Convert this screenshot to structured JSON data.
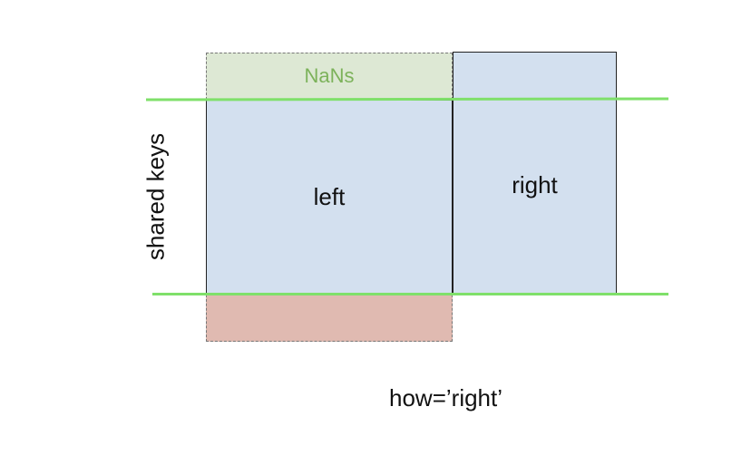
{
  "diagram": {
    "nans_label": "NaNs",
    "left_label": "left",
    "right_label": "right",
    "shared_keys_label": "shared keys",
    "how_label": "how=’right’"
  },
  "colors": {
    "nans_fill": "#dde8d4",
    "nans_text": "#7cb25a",
    "table_fill": "#d3e0ef",
    "dropped_fill": "#e0bab1",
    "key_line": "#7fe06a"
  }
}
